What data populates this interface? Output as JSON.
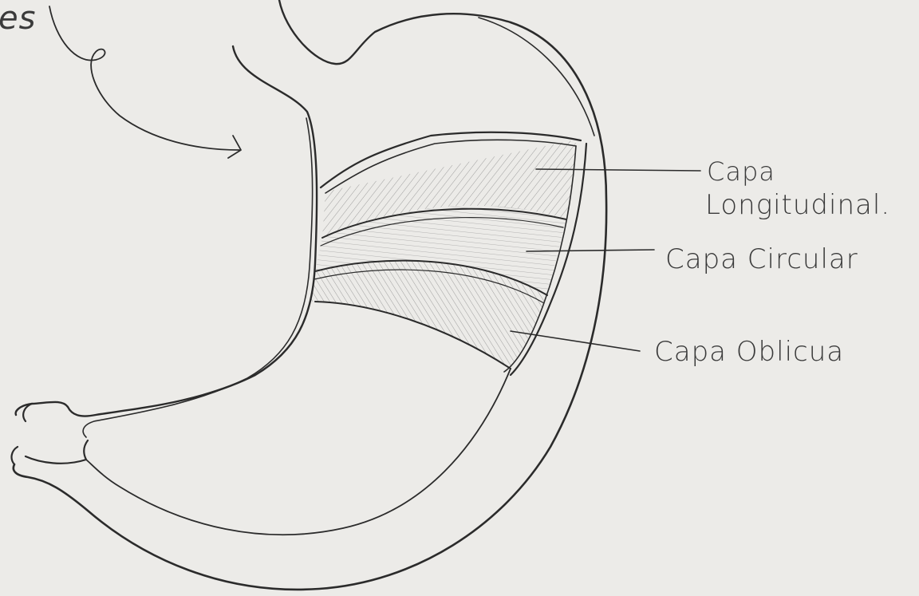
{
  "labels": {
    "corner_fragment": "es",
    "longitudinal_line1": "Capa",
    "longitudinal_line2": "Longitudinal.",
    "circular": "Capa Circular",
    "oblique": "Capa Oblicua"
  },
  "colors": {
    "paper": "#ecebe8",
    "ink": "#2b2b2b",
    "hatch": "#8a8a8a"
  }
}
